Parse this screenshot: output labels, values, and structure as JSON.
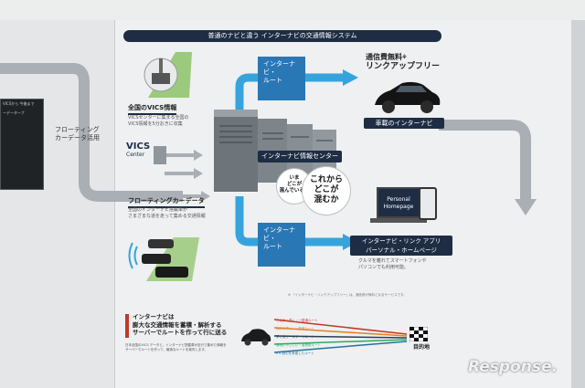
{
  "header": {
    "title": "普通のナビと違う インターナビの交通情報システム"
  },
  "left_board": {
    "lines": [
      "VICSから 今後まで",
      "ーデーターブ"
    ]
  },
  "floating_use": {
    "label": "フローティング\nカーデータ活用"
  },
  "vics": {
    "header": "全国のVICS情報",
    "desc": "VICSセンターに集まる全国の\nVICS情報を5分おきに収集",
    "logo_line1": "VICS",
    "logo_line2": "Center"
  },
  "floating": {
    "header": "フローティングカーデータ",
    "desc": "全国のインターナビ搭載車が\nさまざまな道を走って集める交通情報"
  },
  "center": {
    "label": "インターナビ情報センター",
    "bubble_small": "いま\nどこが\n混んでいるか",
    "bubble_large": "これから\nどこが\n混むか"
  },
  "route_card_top": {
    "label": "インターナビ・\nルート"
  },
  "route_card_bottom": {
    "label": "インターナビ・\nルート"
  },
  "car_result": {
    "fee_line1": "通信費無料",
    "fee_mark": "※",
    "fee_line2": "リンクアップフリー",
    "label": "車載のインターナビ"
  },
  "homepage": {
    "screen_line1": "Personal",
    "screen_line2": "Homepage",
    "label": "インターナビ・リンク アプリ\nパーソナル・ホームページ",
    "desc": "クルマを離れてスマートフォンや\nパソコンでも利用可能。"
  },
  "footnote": "※ 「インターナビ・リンクアップフリー」は、通信費が無料となるサービスです。",
  "bottom": {
    "headline": "インターナビは\n膨大な交通情報を蓄積・解析する\nサーバーでルートを作って行に送る",
    "desc": "日本全国のVICS データと、インターナビ搭載車が走行で集めた情報を\nサーバーでルートを作って、最適なルートを案内します。",
    "routes": [
      {
        "label": "とにかく早く・一般道ルート",
        "color": "#c0392b"
      },
      {
        "label": "無料で早く・一般道ルート",
        "color": "#e67e22"
      },
      {
        "label": "早く安く・スマートルート",
        "color": "#2c3e50"
      },
      {
        "label": "環境にやさしい・省燃費ルート",
        "color": "#27ae60"
      },
      {
        "label": "ETC割引を考慮したルート",
        "color": "#2471a3"
      }
    ],
    "destination": "目的地"
  },
  "watermark": "Response."
}
